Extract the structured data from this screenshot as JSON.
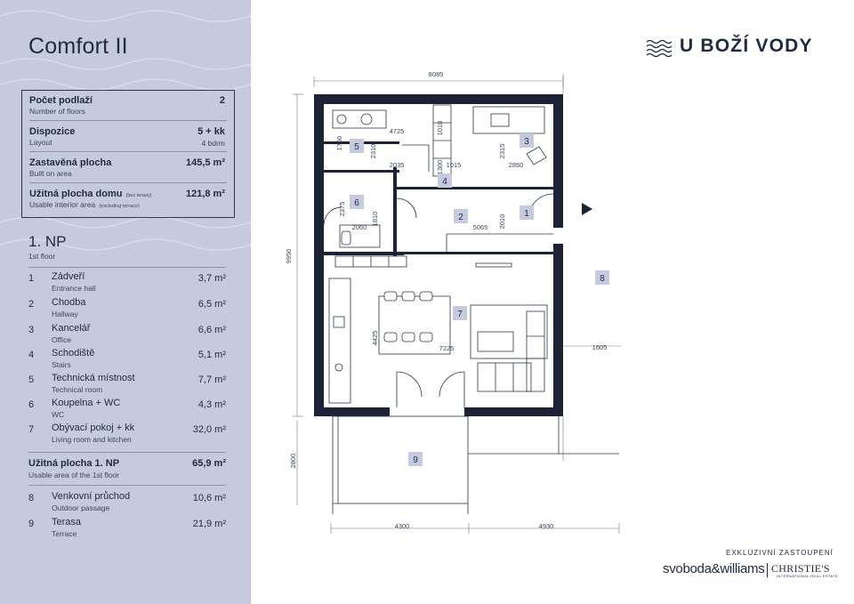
{
  "title": "Comfort II",
  "brand": {
    "name": "U BOŽÍ VODY",
    "icon": "waves-logo-icon"
  },
  "summary": {
    "floors": {
      "label": "Počet podlaží",
      "sub": "Number of floors",
      "value": "2"
    },
    "layout": {
      "label": "Dispozice",
      "sub": "Layout",
      "value": "5 + kk",
      "value_sub": "4 bdrm"
    },
    "built": {
      "label": "Zastavěná plocha",
      "sub": "Built on area",
      "value": "145,5 m²"
    },
    "usable": {
      "label": "Užitná plocha domu",
      "note": "(bez terasy)",
      "sub": "Usable interior area",
      "sub_note": "(excluding terrace)",
      "value": "121,8 m²"
    }
  },
  "floor": {
    "label": "1. NP",
    "sub": "1st floor"
  },
  "rooms": [
    {
      "n": "1",
      "cz": "Zádveří",
      "en": "Entrance hall",
      "area": "3,7 m²"
    },
    {
      "n": "2",
      "cz": "Chodba",
      "en": "Hallway",
      "area": "6,5 m²"
    },
    {
      "n": "3",
      "cz": "Kancelář",
      "en": "Office",
      "area": "6,6 m²"
    },
    {
      "n": "4",
      "cz": "Schodiště",
      "en": "Stairs",
      "area": "5,1 m²"
    },
    {
      "n": "5",
      "cz": "Technická místnost",
      "en": "Technical room",
      "area": "7,7 m²"
    },
    {
      "n": "6",
      "cz": "Koupelna + WC",
      "en": "WC",
      "area": "4,3 m²"
    },
    {
      "n": "7",
      "cz": "Obývací pokoj + kk",
      "en": "Living room and kitchen",
      "area": "32,0 m²"
    }
  ],
  "total": {
    "label": "Užitná plocha 1. NP",
    "sub": "Usable area of the 1st floor",
    "area": "65,9 m²"
  },
  "outdoor": [
    {
      "n": "8",
      "cz": "Venkovní průchod",
      "en": "Outdoor passage",
      "area": "10,6 m²"
    },
    {
      "n": "9",
      "cz": "Terasa",
      "en": "Terrace",
      "area": "21,9 m²"
    }
  ],
  "plan": {
    "dims": {
      "top": "8085",
      "left": "9950",
      "terrace_left": "2800",
      "bottom_left": "4300",
      "bottom_right": "4930",
      "right": "1605",
      "d1750": "1750",
      "d4725": "4725",
      "d2310": "2310",
      "d2035": "2035",
      "d1300": "1300",
      "d1015": "1015",
      "d1010": "1010",
      "d2315": "2315",
      "d2850": "2850",
      "d2375": "2375",
      "d1810": "1810",
      "d2060": "2060",
      "d5065": "5065",
      "d2010": "2010",
      "d4425": "4425",
      "d7225": "7225"
    },
    "labels": [
      "1",
      "2",
      "3",
      "4",
      "5",
      "6",
      "7",
      "8",
      "9"
    ]
  },
  "footer": {
    "exclusive": "EXKLUZIVNÍ ZASTOUPENÍ",
    "agency": "svoboda&williams",
    "partner": "CHRISTIE'S",
    "partner_sub": "INTERNATIONAL REAL ESTATE"
  },
  "colors": {
    "navy": "#1e2a3f",
    "side_bg": "#c6cade",
    "label_bg": "#c6cade",
    "wall": "#1c2336"
  }
}
